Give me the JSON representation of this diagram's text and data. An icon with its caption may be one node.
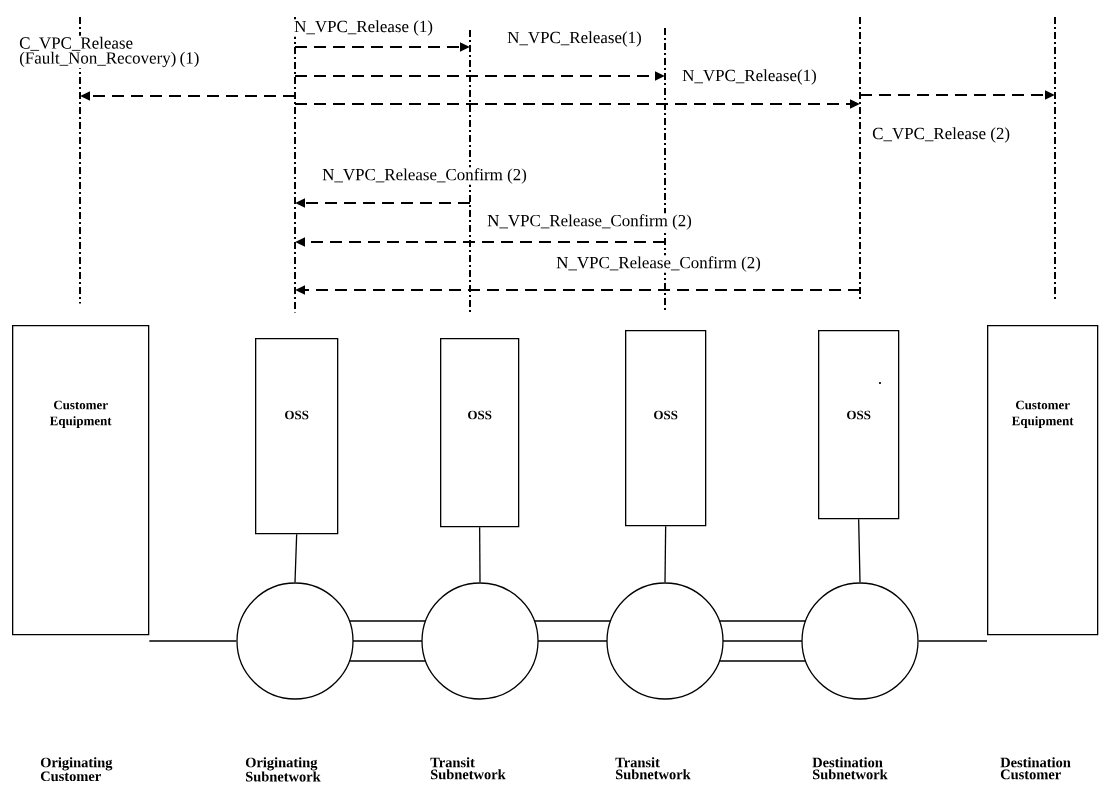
{
  "diagram": {
    "nodes": [
      {
        "text": [],
        "shape": "lifeline"
      },
      {
        "text": [],
        "shape": "lifeline"
      },
      {
        "text": [],
        "shape": "lifeline"
      },
      {
        "text": [],
        "shape": "lifeline"
      },
      {
        "text": [],
        "shape": "lifeline"
      },
      {
        "text": [],
        "shape": "lifeline"
      },
      {
        "text": [
          "Customer Equipment"
        ]
      },
      {
        "text": [
          "OSS"
        ]
      },
      {
        "text": [
          "OSS"
        ]
      },
      {
        "text": [
          "OSS"
        ]
      },
      {
        "text": [
          "OSS"
        ]
      },
      {
        "text": [],
        "shape": "circle"
      },
      {
        "text": [],
        "shape": "circle"
      },
      {
        "text": [],
        "shape": "circle"
      },
      {
        "text": [],
        "shape": "circle"
      },
      {
        "text": [
          "Customer Equipment"
        ]
      }
    ],
    "edges": [
      {
        "from": 1,
        "to": 0,
        "arrow": "to",
        "style": "dashed",
        "label": "C_VPC_Release (Fault_Non_Recovery) (1)"
      },
      {
        "from": 1,
        "to": 2,
        "arrow": "to",
        "style": "dashed",
        "label": "N_VPC_Release (1)"
      },
      {
        "from": 1,
        "to": 3,
        "arrow": "to",
        "style": "dashed",
        "label": "N_VPC_Release(1)"
      },
      {
        "from": 1,
        "to": 4,
        "arrow": "to",
        "style": "dashed",
        "label": "N_VPC_Release(1)"
      },
      {
        "from": 4,
        "to": 5,
        "arrow": "to",
        "style": "dashed",
        "label": "C_VPC_Release (2)"
      },
      {
        "from": 2,
        "to": 1,
        "arrow": "to",
        "style": "dashed",
        "label": "N_VPC_Release_Confirm (2)"
      },
      {
        "from": 3,
        "to": 1,
        "arrow": "to",
        "style": "dashed",
        "label": "N_VPC_Release_Confirm (2)"
      },
      {
        "from": 4,
        "to": 1,
        "arrow": "to",
        "style": "dashed",
        "label": "N_VPC_Release_Confirm (2)"
      },
      {
        "from": 7,
        "to": 11,
        "arrow": "none"
      },
      {
        "from": 8,
        "to": 12,
        "arrow": "none"
      },
      {
        "from": 9,
        "to": 13,
        "arrow": "none"
      },
      {
        "from": 10,
        "to": 14,
        "arrow": "none"
      },
      {
        "from": 6,
        "to": 11,
        "arrow": "none"
      },
      {
        "from": 14,
        "to": 15,
        "arrow": "none"
      },
      {
        "from": 11,
        "to": 12,
        "arrow": "none"
      },
      {
        "from": 11,
        "to": 12,
        "arrow": "none"
      },
      {
        "from": 11,
        "to": 12,
        "arrow": "none"
      },
      {
        "from": 12,
        "to": 13,
        "arrow": "none"
      },
      {
        "from": 12,
        "to": 13,
        "arrow": "none"
      },
      {
        "from": 13,
        "to": 14,
        "arrow": "none"
      },
      {
        "from": 13,
        "to": 14,
        "arrow": "none"
      },
      {
        "from": 13,
        "to": 14,
        "arrow": "none"
      }
    ],
    "labels": [
      ".",
      "Originating Customer",
      "Originating Subnetwork",
      "Transit Subnetwork",
      "Transit Subnetwork",
      "Destination Subnetwork",
      "Destination Customer"
    ]
  }
}
